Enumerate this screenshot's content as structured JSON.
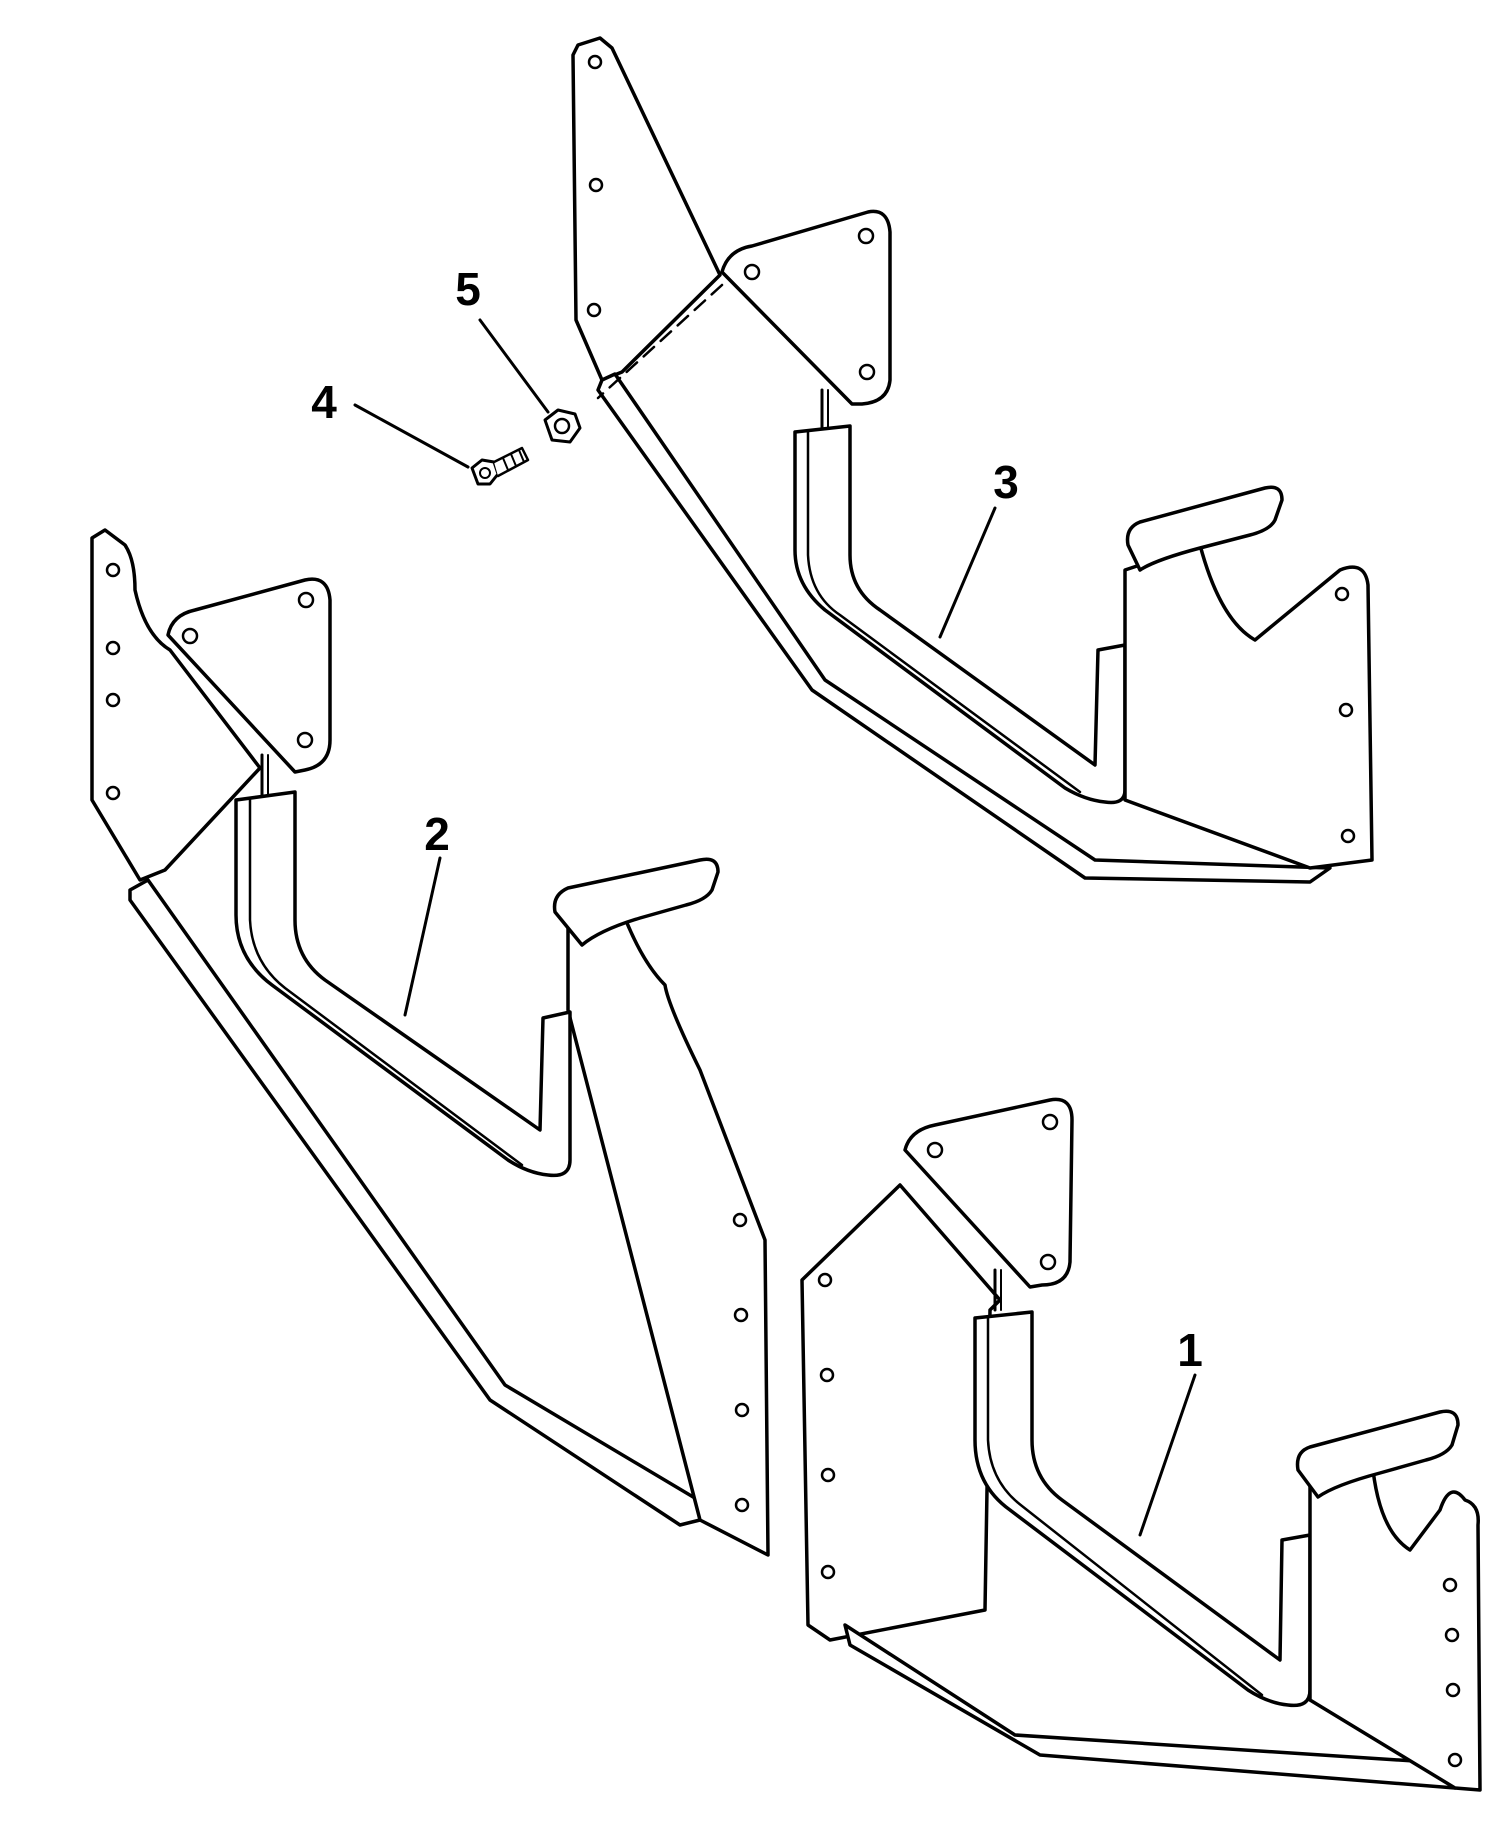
{
  "colors": {
    "line": "#000000",
    "fill": "#ffffff"
  },
  "callouts": [
    {
      "label": "1"
    },
    {
      "label": "2"
    },
    {
      "label": "3"
    },
    {
      "label": "4"
    },
    {
      "label": "5"
    }
  ],
  "icons": {
    "bolt": "bolt-icon",
    "nut": "nut-icon"
  }
}
